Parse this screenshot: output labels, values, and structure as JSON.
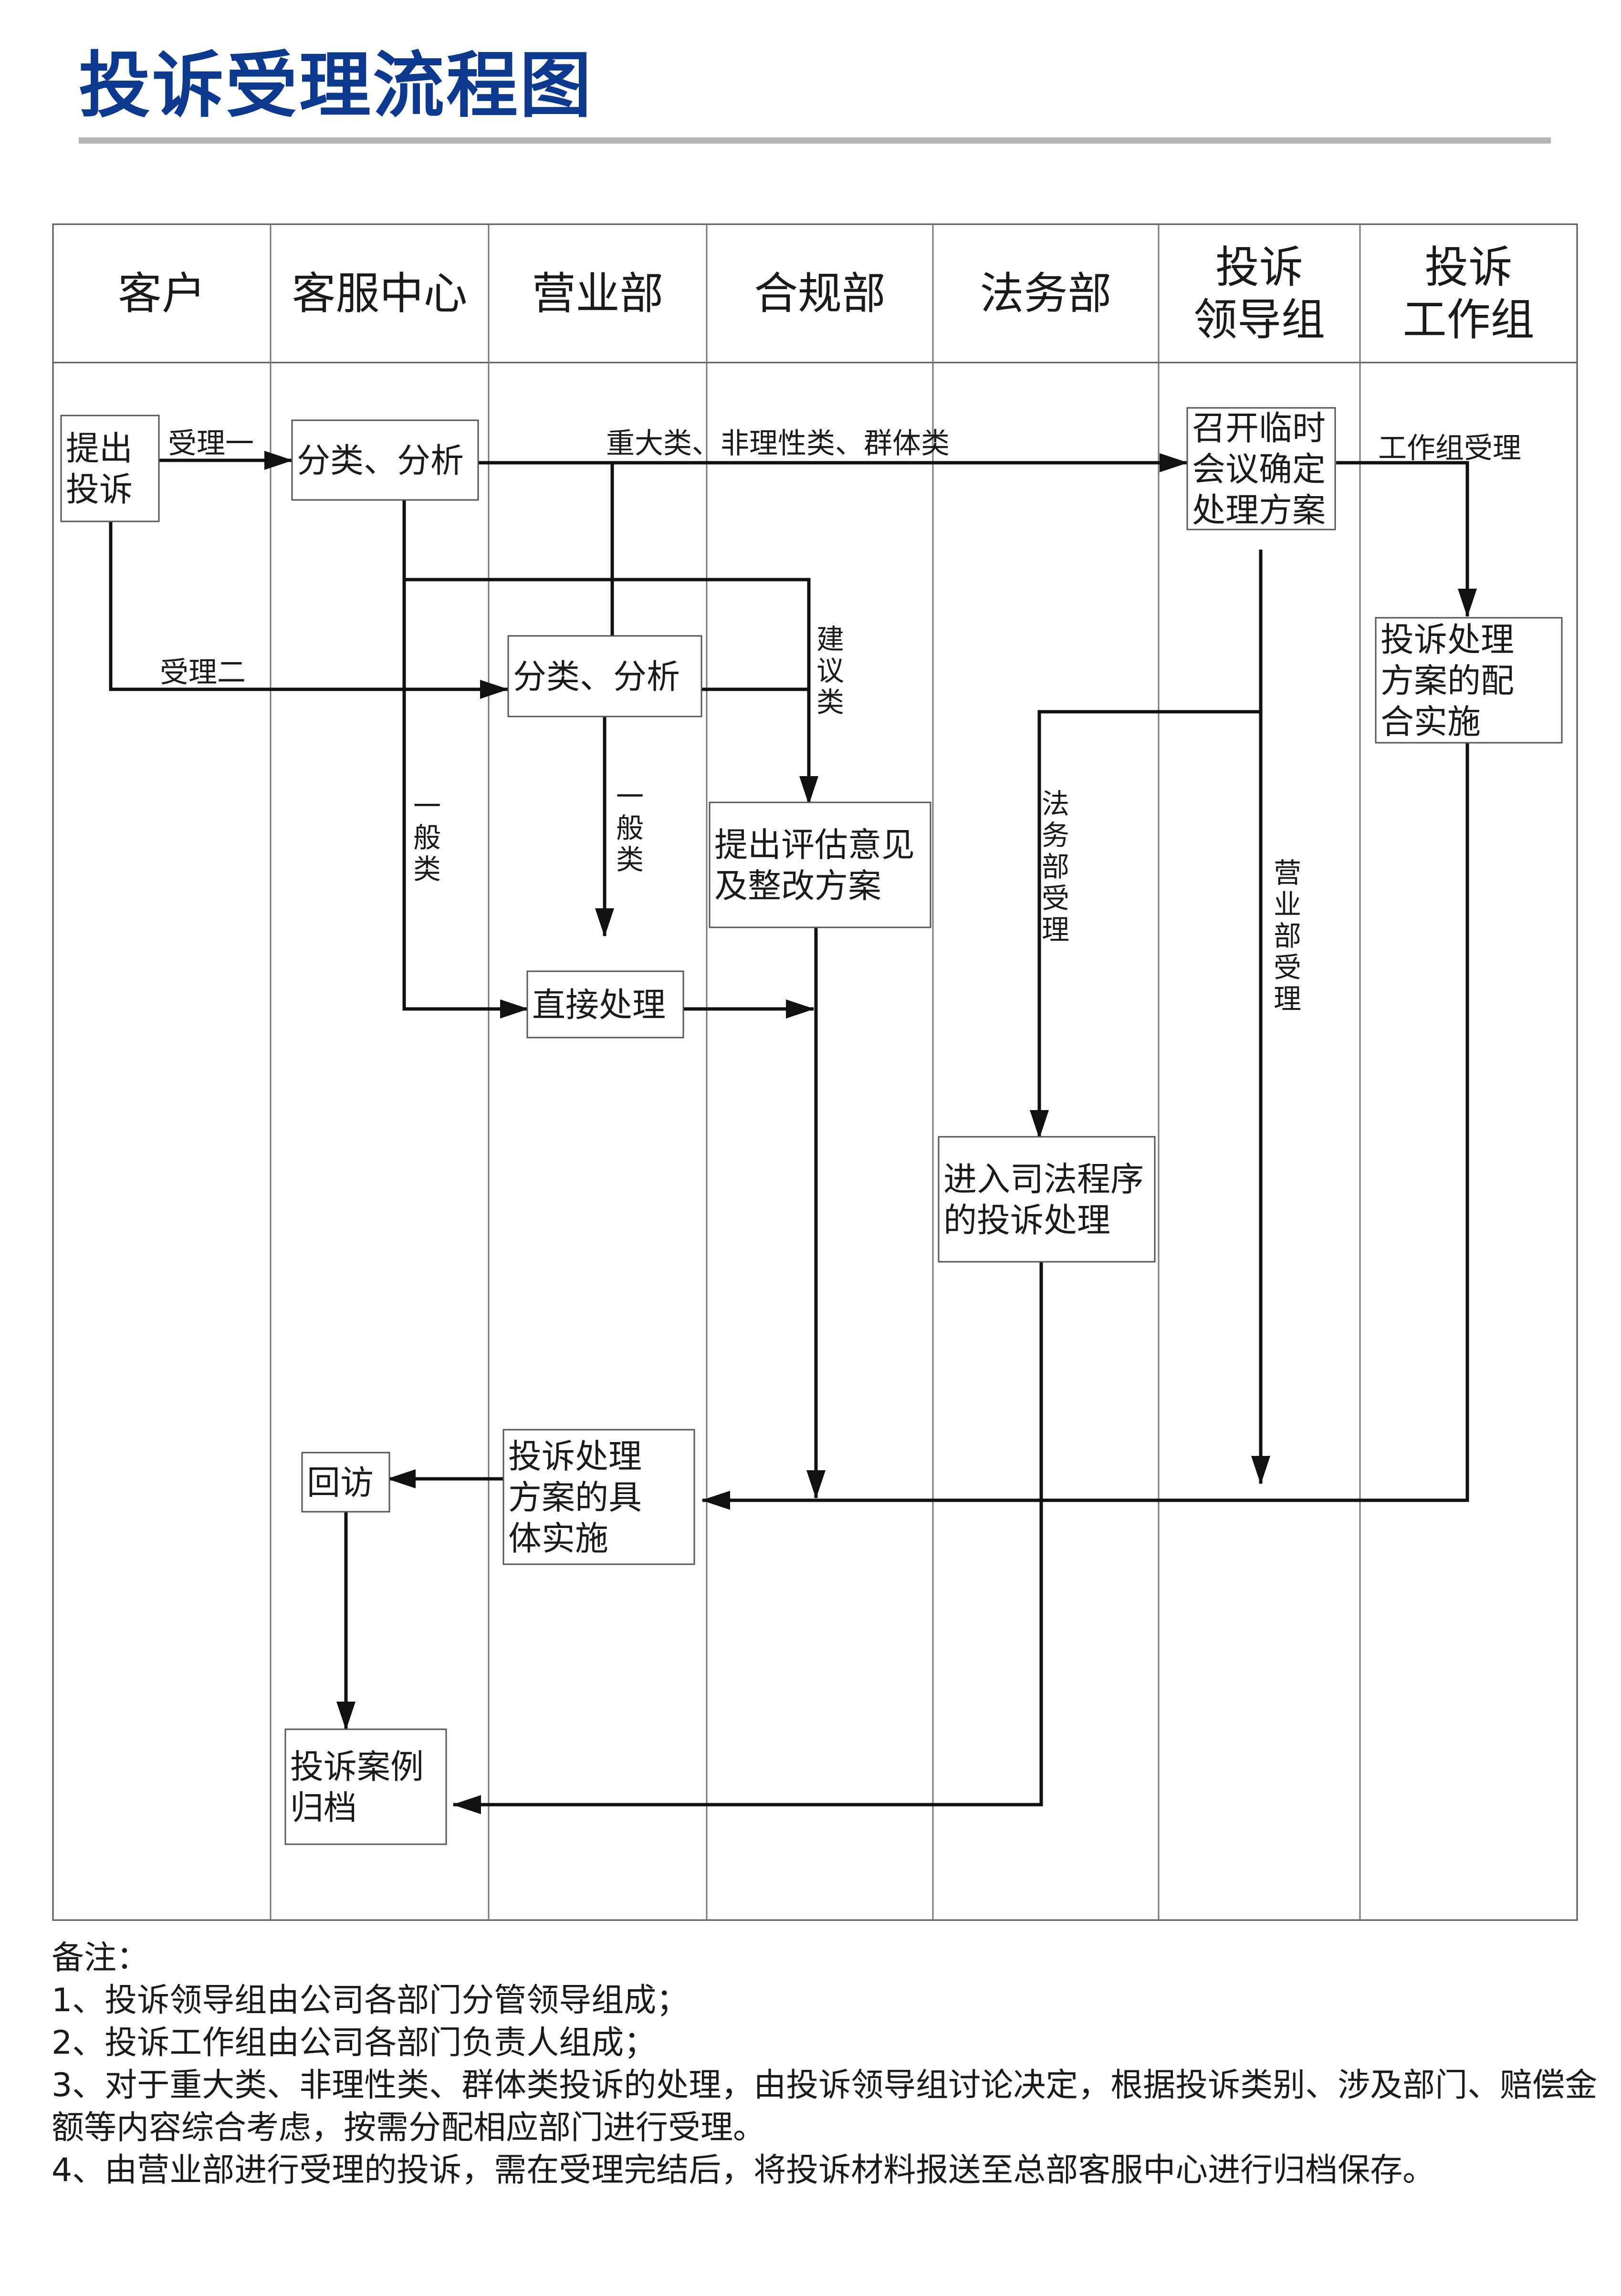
{
  "title": "投诉受理流程图",
  "colors": {
    "title": "#0d3a8f",
    "rule": "#b5b5b5",
    "line": "#111111"
  },
  "lanes": [
    {
      "id": "customer",
      "lines": [
        "客户"
      ]
    },
    {
      "id": "service",
      "lines": [
        "客服中心"
      ]
    },
    {
      "id": "business",
      "lines": [
        "营业部"
      ]
    },
    {
      "id": "compliance",
      "lines": [
        "合规部"
      ]
    },
    {
      "id": "legal",
      "lines": [
        "法务部"
      ]
    },
    {
      "id": "leaders",
      "lines": [
        "投诉",
        "领导组"
      ]
    },
    {
      "id": "workgroup",
      "lines": [
        "投诉",
        "工作组"
      ]
    }
  ],
  "nodes": [
    {
      "id": "submit",
      "lines": [
        "提出",
        "投诉"
      ]
    },
    {
      "id": "classify1",
      "lines": [
        "分类、分析"
      ]
    },
    {
      "id": "classify2",
      "lines": [
        "分类、分析"
      ]
    },
    {
      "id": "meeting",
      "lines": [
        "召开临时",
        "会议确定",
        "处理方案"
      ]
    },
    {
      "id": "wg-plan",
      "lines": [
        "投诉处理",
        "方案的配",
        "合实施"
      ]
    },
    {
      "id": "assess",
      "lines": [
        "提出评估意见",
        "及整改方案"
      ]
    },
    {
      "id": "direct",
      "lines": [
        "直接处理"
      ]
    },
    {
      "id": "judicial",
      "lines": [
        "进入司法程序",
        "的投诉处理"
      ]
    },
    {
      "id": "implement",
      "lines": [
        "投诉处理",
        "方案的具",
        "体实施"
      ]
    },
    {
      "id": "revisit",
      "lines": [
        "回访"
      ]
    },
    {
      "id": "archive",
      "lines": [
        "投诉案例",
        "归档"
      ]
    }
  ],
  "edge_labels": [
    {
      "id": "accept1",
      "text": "受理一"
    },
    {
      "id": "accept2",
      "text": "受理二"
    },
    {
      "id": "major",
      "text": "重大类、非理性类、群体类"
    },
    {
      "id": "wg-accept",
      "text": "工作组受理"
    },
    {
      "id": "suggest",
      "text": "建议类"
    },
    {
      "id": "general1",
      "text": "一般类"
    },
    {
      "id": "general2",
      "text": "一般类"
    },
    {
      "id": "legal-accept",
      "text": "法务部受理"
    },
    {
      "id": "biz-accept",
      "text": "营业部受理"
    }
  ],
  "notes": {
    "heading": "备注：",
    "items": [
      "1、投诉领导组由公司各部门分管领导组成；",
      "2、投诉工作组由公司各部门负责人组成；",
      "3、对于重大类、非理性类、群体类投诉的处理，由投诉领导组讨论决定，根据投诉类别、涉及部门、赔偿金额等内容综合考虑，按需分配相应部门进行受理。",
      "4、由营业部进行受理的投诉，需在受理完结后，将投诉材料报送至总部客服中心进行归档保存。"
    ]
  }
}
